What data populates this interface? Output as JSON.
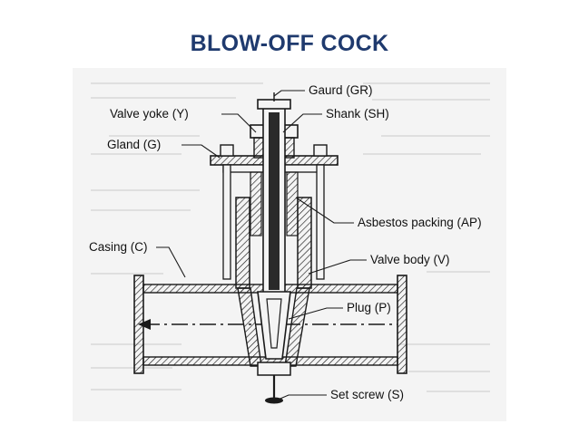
{
  "title": "BLOW-OFF COCK",
  "colors": {
    "title": "#1f3a6e",
    "line": "#1a1a1a",
    "paper": "#f4f4f4",
    "hatch": "#1a1a1a"
  },
  "labels": {
    "guard": "Gaurd (GR)",
    "valve_yoke": "Valve yoke (Y)",
    "shank": "Shank (SH)",
    "gland": "Gland (G)",
    "asbestos_packing": "Asbestos packing (AP)",
    "casing": "Casing (C)",
    "valve_body": "Valve body (V)",
    "plug": "Plug (P)",
    "set_screw": "Set screw (S)"
  }
}
